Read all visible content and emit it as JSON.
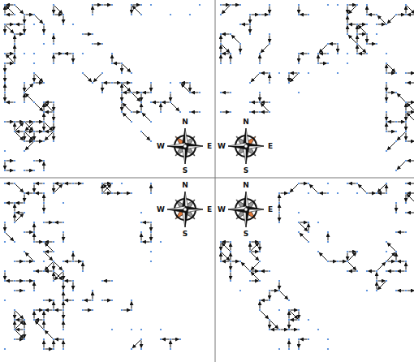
{
  "diagram": {
    "labels": [
      "N",
      "W",
      "E",
      "S",
      "N",
      "W",
      "E",
      "S",
      "N",
      "W",
      "E",
      "S",
      "N",
      "W",
      "E",
      "S"
    ]
  }
}
